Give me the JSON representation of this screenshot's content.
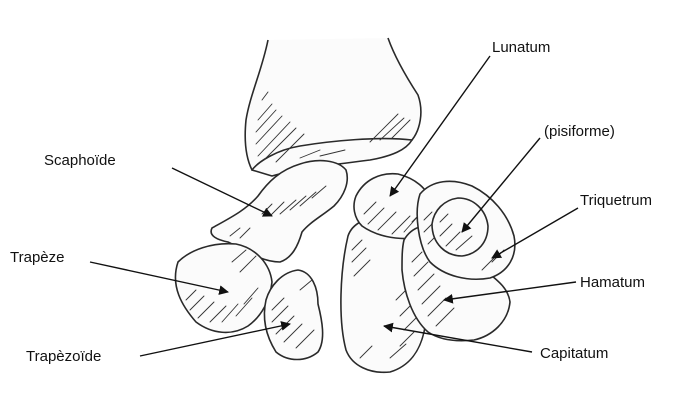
{
  "diagram": {
    "labels": {
      "lunatum": "Lunatum",
      "pisiforme": "(pisiforme)",
      "scaphoide": "Scaphoïde",
      "triquetrum": "Triquetrum",
      "trapeze": "Trapèze",
      "hamatum": "Hamatum",
      "trapezoide": "Trapèzoïde",
      "capitatum": "Capitatum"
    }
  }
}
